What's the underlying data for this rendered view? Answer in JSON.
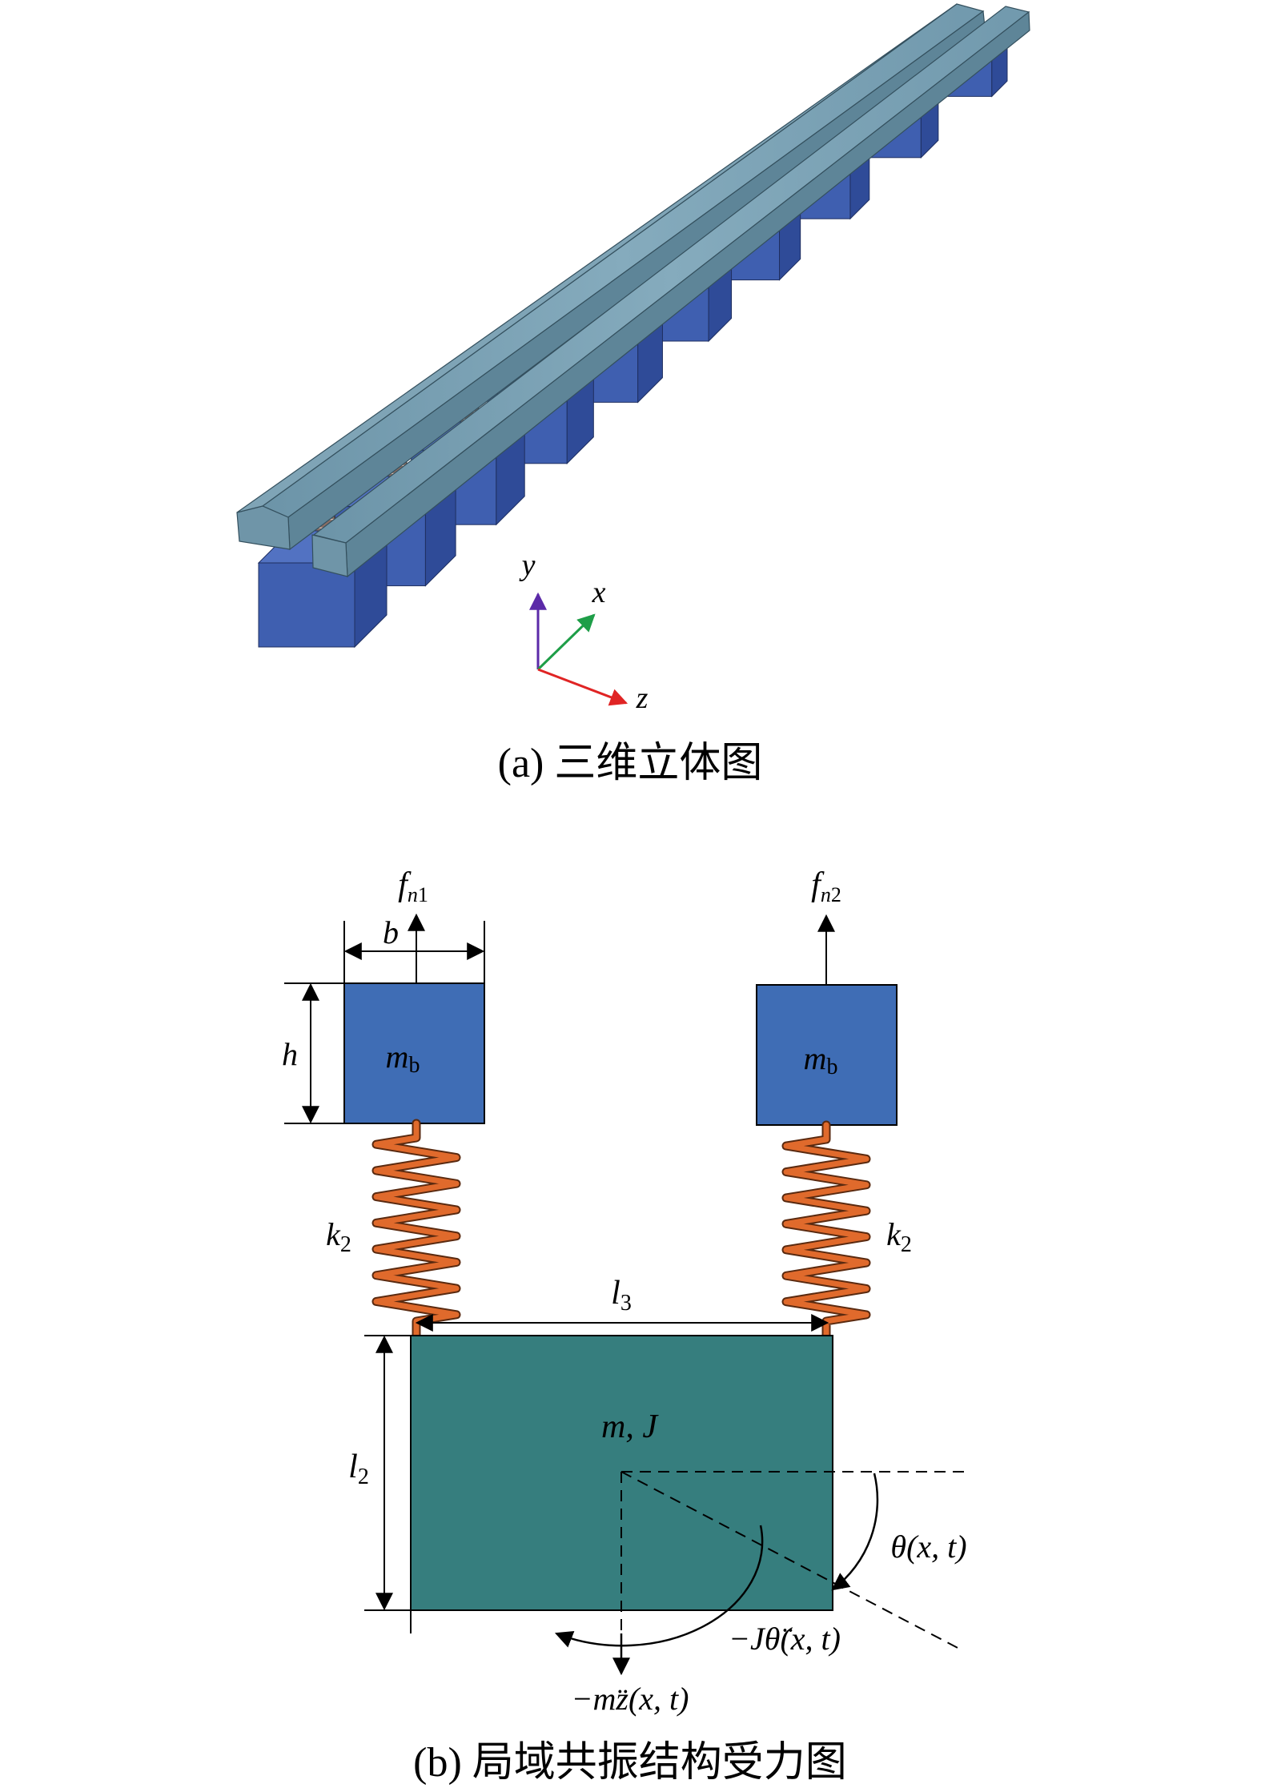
{
  "panel_a": {
    "caption": "(a) 三维立体图",
    "axes": {
      "x": "x",
      "y": "y",
      "z": "z"
    },
    "colors": {
      "rail_top": "#7ea3b5",
      "rail_side": "#5e8598",
      "rail_end": "#6f95a8",
      "block_front": "#3f5fb0",
      "block_side": "#2f4b98",
      "block_top": "#5272c2",
      "spring": "#8a6e64",
      "axis_x": "#1e9e48",
      "axis_y": "#5b2aa8",
      "axis_z": "#e02424"
    },
    "block_count": 10
  },
  "panel_b": {
    "caption": "(b) 局域共振结构受力图",
    "labels": {
      "fn1_base": "f",
      "fn1_sub": "n1",
      "fn2_base": "f",
      "fn2_sub": "n2",
      "b": "b",
      "h": "h",
      "mb_left_base": "m",
      "mb_left_sub": "b",
      "mb_right_base": "m",
      "mb_right_sub": "b",
      "k2_left_base": "k",
      "k2_left_sub": "2",
      "k2_right_base": "k",
      "k2_right_sub": "2",
      "l3_base": "l",
      "l3_sub": "3",
      "l2_base": "l",
      "l2_sub": "2",
      "main_mass": "m, J",
      "theta": "θ(x, t)",
      "inertia_moment": "−Jθ̈(x, t)",
      "inertia_force": "−mz̈(x, t)"
    },
    "colors": {
      "mass_block": "#3f6db5",
      "main_block": "#367e7e",
      "spring": "#e06a2c",
      "spring_edge": "#5a2a10",
      "line": "#000000"
    }
  }
}
